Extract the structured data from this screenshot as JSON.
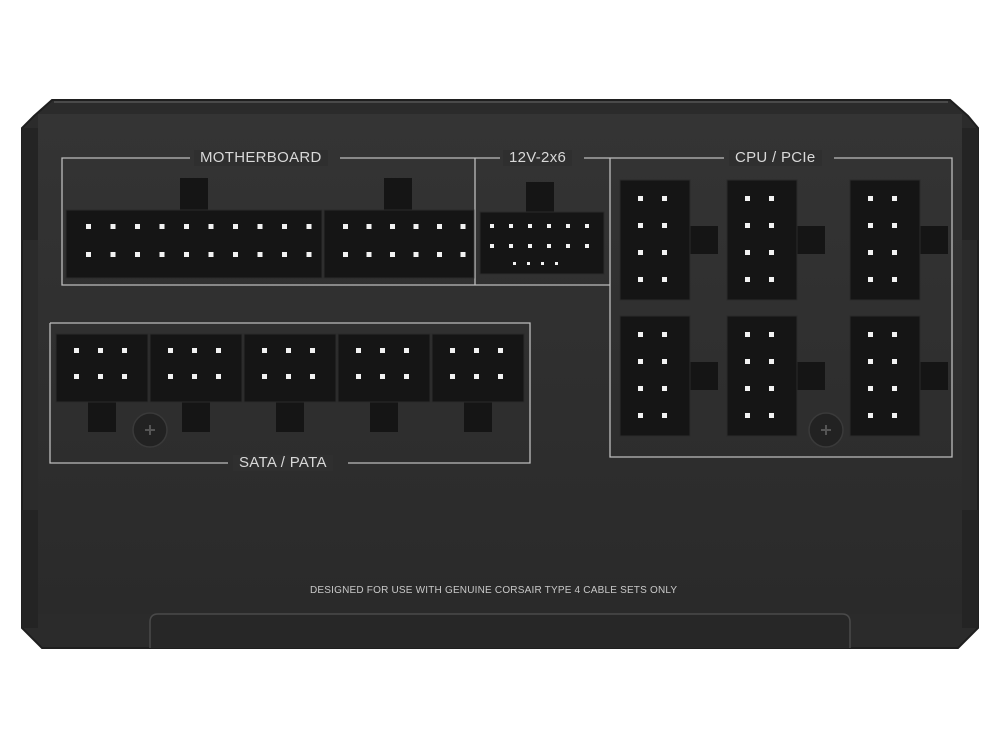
{
  "labels": {
    "motherboard": "MOTHERBOARD",
    "twelve_v": "12V-2x6",
    "cpu_pcie": "CPU / PCIe",
    "sata_pata": "SATA / PATA"
  },
  "footer": {
    "note": "DESIGNED FOR USE WITH GENUINE CORSAIR TYPE 4 CABLE SETS ONLY"
  },
  "colors": {
    "panel": "#2f2f2f",
    "socket": "#151515",
    "pin": "#f2f2f2",
    "outline": "#bdbdbd"
  }
}
